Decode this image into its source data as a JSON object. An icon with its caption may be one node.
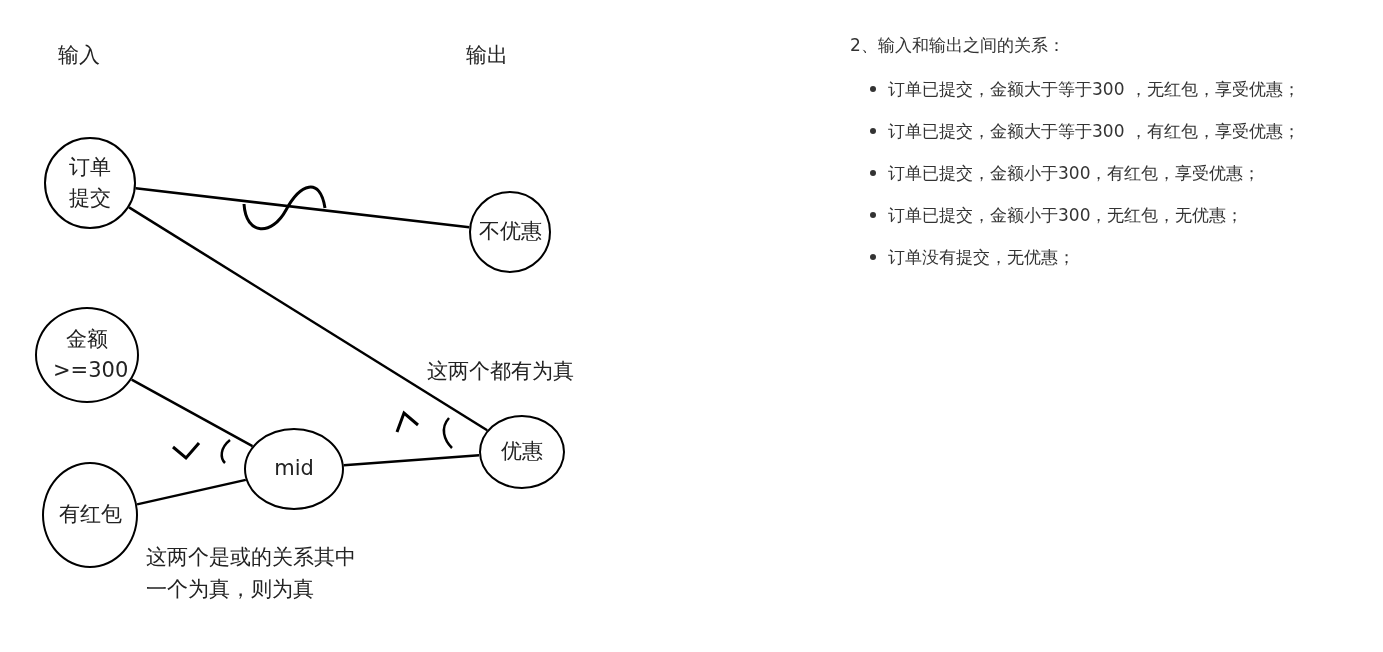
{
  "diagram": {
    "nodes": [
      {
        "text": [
          "订单提交"
        ]
      },
      {
        "text": [
          "不优惠"
        ]
      },
      {
        "text": [
          "金额 >=300"
        ]
      },
      {
        "text": [
          "有红包"
        ]
      },
      {
        "text": [
          "mid"
        ]
      },
      {
        "text": [
          "优惠"
        ]
      }
    ],
    "edges": [
      {
        "from": 0,
        "to": 1,
        "arrow": "none"
      },
      {
        "from": 0,
        "to": 5,
        "arrow": "none"
      },
      {
        "from": 2,
        "to": 4,
        "arrow": "none"
      },
      {
        "from": 3,
        "to": 4,
        "arrow": "none"
      },
      {
        "from": 4,
        "to": 5,
        "arrow": "none"
      }
    ],
    "labels": [
      "输入",
      "输出",
      "这两个都有为真",
      "这两个是或的关系其中一个为真，则为真",
      "2、输入和输出之间的关系：",
      "订单已提交，金额大于等于300 ，无红包，享受优惠；",
      "订单已提交，金额大于等于300 ，有红包，享受优惠；",
      "订单已提交，金额小于300，有红包，享受优惠；",
      "订单已提交，金额小于300，无红包，无优惠；",
      "订单没有提交，无优惠；"
    ]
  }
}
